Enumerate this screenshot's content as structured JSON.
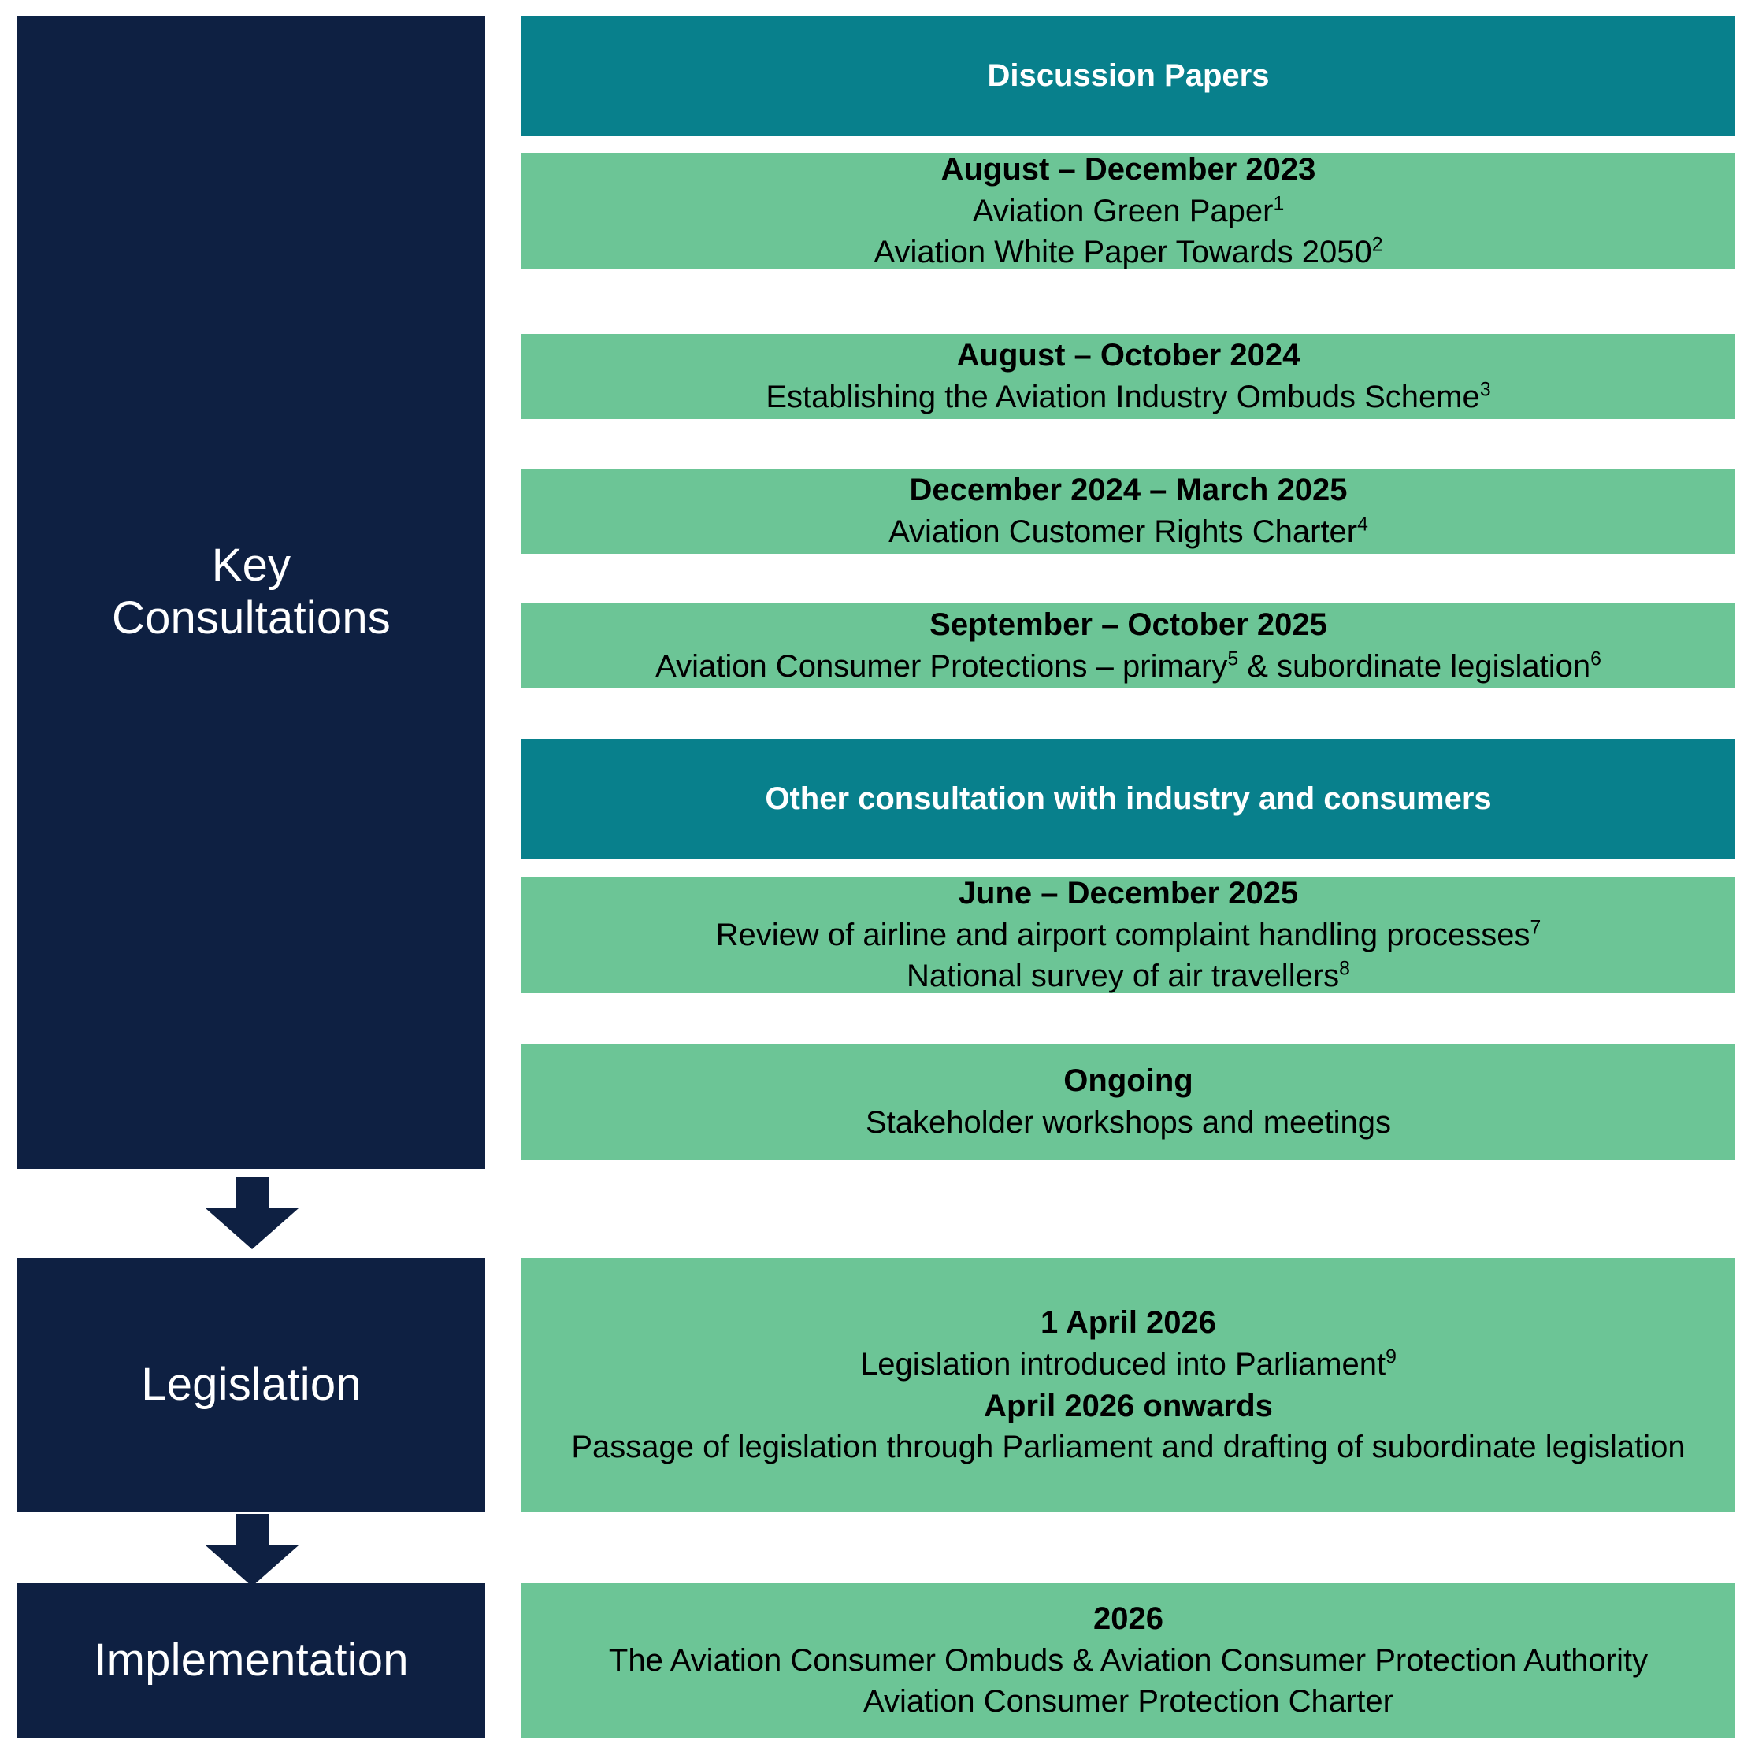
{
  "colors": {
    "navy": "#0e2042",
    "teal": "#08808c",
    "green": "#6cc596",
    "white": "#ffffff",
    "black": "#000000"
  },
  "stages": [
    {
      "id": "key-consultations",
      "label": "Key\nConsultations"
    },
    {
      "id": "legislation",
      "label": "Legislation"
    },
    {
      "id": "implementation",
      "label": "Implementation"
    }
  ],
  "arrows": [
    {
      "id": "arrow-consultations-to-legislation",
      "direction": "down"
    },
    {
      "id": "arrow-legislation-to-implementation",
      "direction": "down"
    }
  ],
  "consultations": {
    "discussion_papers_header": "Discussion Papers",
    "discussion_papers": [
      {
        "period": "August – December 2023",
        "lines": [
          {
            "text": "Aviation Green Paper",
            "footnote": "1"
          },
          {
            "text": "Aviation White Paper Towards 2050",
            "footnote": "2"
          }
        ]
      },
      {
        "period": "August – October 2024",
        "lines": [
          {
            "text": "Establishing the Aviation Industry Ombuds Scheme",
            "footnote": "3"
          }
        ]
      },
      {
        "period": "December 2024 – March 2025",
        "lines": [
          {
            "text": "Aviation Customer Rights Charter",
            "footnote": "4"
          }
        ]
      },
      {
        "period": "September – October 2025",
        "lines": [
          {
            "text": "Aviation Consumer Protections – primary",
            "footnote": "5",
            "text2": " & subordinate legislation",
            "footnote2": "6"
          }
        ]
      }
    ],
    "other_consultation_header": "Other consultation with industry and consumers",
    "other_consultation": [
      {
        "period": "June – December 2025",
        "lines": [
          {
            "text": "Review of airline and airport complaint handling processes",
            "footnote": "7"
          },
          {
            "text": "National survey of air travellers",
            "footnote": "8"
          }
        ]
      },
      {
        "period": "Ongoing",
        "lines": [
          {
            "text": "Stakeholder workshops and meetings",
            "footnote": ""
          }
        ]
      }
    ]
  },
  "legislation": {
    "period_1": "1 April 2026",
    "line_1": "Legislation introduced into Parliament",
    "line_1_footnote": "9",
    "period_2": "April 2026 onwards",
    "line_2": "Passage of legislation through Parliament and drafting of subordinate legislation"
  },
  "implementation": {
    "period": "2026",
    "line_1": "The Aviation Consumer Ombuds & Aviation Consumer Protection Authority",
    "line_2": "Aviation Consumer Protection Charter"
  }
}
